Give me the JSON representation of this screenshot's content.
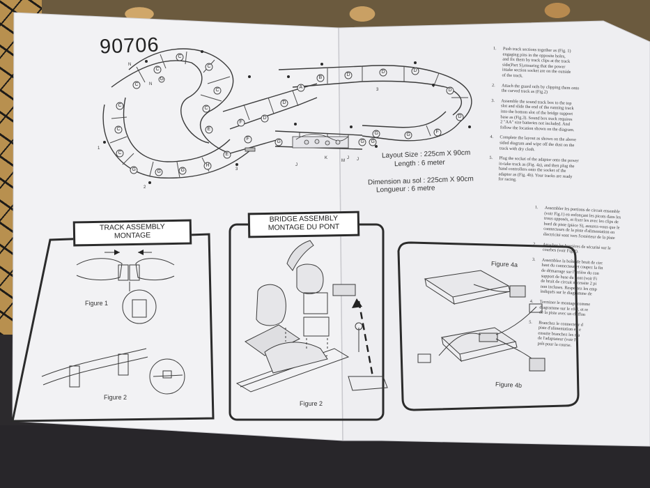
{
  "sheet": {
    "model_number": "90706",
    "layout_size": "Layout Size : 225cm X 90cm",
    "layout_length": "Length : 6  meter",
    "dimension_fr": "Dimension au sol : 225cm X 90cm",
    "length_fr": "Longueur : 6  metre"
  },
  "instructions_en": [
    {
      "num": "1.",
      "lines": [
        "Push track sections together as (Fig. 1)",
        "engaging pins in the opposite holes,",
        "and fix them by track clips at the track",
        "side(Part S),ensuring that the power",
        "intake section socket are on the outside",
        "of the track."
      ]
    },
    {
      "num": "2.",
      "lines": [
        "Attach the guard rails by clipping them onto",
        "the curved track as (Fig.2)"
      ]
    },
    {
      "num": "3.",
      "lines": [
        "Assemble the sound track box to the top",
        "slot and slide the end of the running track",
        "into the bottom slot of the bridge support",
        "base as (Fig.3). Sound box track requires",
        "2 \"AA\" size batteries not included. And",
        "follow the location shown on the diagram."
      ]
    },
    {
      "num": "4.",
      "lines": [
        "Complete the layout as shown on the above",
        "sided diagram and wipe off the dust on the",
        "track with dry cloth."
      ]
    },
    {
      "num": "5.",
      "lines": [
        "Plug the socket of the adaptor onto the power",
        "in-take track as (Fig. 4a), and then plug the",
        "hand controllers onto the socket of the",
        "adaptor as (Fig. 4b). Your tracks are ready",
        "for racing."
      ]
    }
  ],
  "instructions_fr": [
    {
      "num": "1.",
      "lines": [
        "Assembler les portions de circuit ensemble",
        "(voir Fig.1) en enfonçant les picots dans les",
        "trous opposés, et fixer les avec les clips de",
        "bord de piste (pièce S), assurez-vous que le",
        "connecteurs de la piste d'alimentation en",
        "électricité sont vers l'extérieur de la piste"
      ]
    },
    {
      "num": "2.",
      "lines": [
        "Attacher les barrières de sécurité sur le",
        "courbes (voir Fig.2)."
      ]
    },
    {
      "num": "3.",
      "lines": [
        "Assemblez la boîte de bruit de circ",
        "haut du connecteur et coupez la fin",
        "de démarrage sur l'arrière du con",
        "support de base du pont (voir Fi",
        "de bruit de circuit nécessite 2 pi",
        "non incluses. Respectez les emp",
        "indiqués sur le diagramme de"
      ]
    },
    {
      "num": "4.",
      "lines": [
        "Terminer le montage comme",
        "diagramme sur le côté, et re",
        "de la piste avec un chiffon"
      ]
    },
    {
      "num": "5.",
      "lines": [
        "Branchez le connecteur d",
        "piste d'alimentation en e",
        "ensuite branchez les ma",
        "de l'adaptateur (voir Fi",
        "prêt pour la course."
      ]
    }
  ],
  "panels": {
    "track_title_en": "TRACK ASSEMBLY",
    "track_title_fr": "MONTAGE",
    "bridge_title_en": "BRIDGE ASSEMBLY",
    "bridge_title_fr": "MONTAGE DU PONT",
    "fig1": "Figure 1",
    "fig2_track": "Figure 2",
    "fig2_bridge": "Figure 2",
    "fig4a": "Figure 4a",
    "fig4b": "Figure 4b"
  },
  "track_pieces": [
    "C",
    "C",
    "C",
    "C",
    "C",
    "C",
    "C",
    "C",
    "C",
    "G",
    "G",
    "G",
    "H",
    "E",
    "E",
    "F",
    "F",
    "D",
    "D",
    "A",
    "B",
    "D",
    "D",
    "D",
    "D",
    "D",
    "F",
    "G",
    "G",
    "G",
    "G",
    "G",
    "G"
  ],
  "track_markers": [
    "N",
    "N",
    "1",
    "2",
    "3",
    "J",
    "J",
    "J",
    "K",
    "M",
    "3"
  ]
}
